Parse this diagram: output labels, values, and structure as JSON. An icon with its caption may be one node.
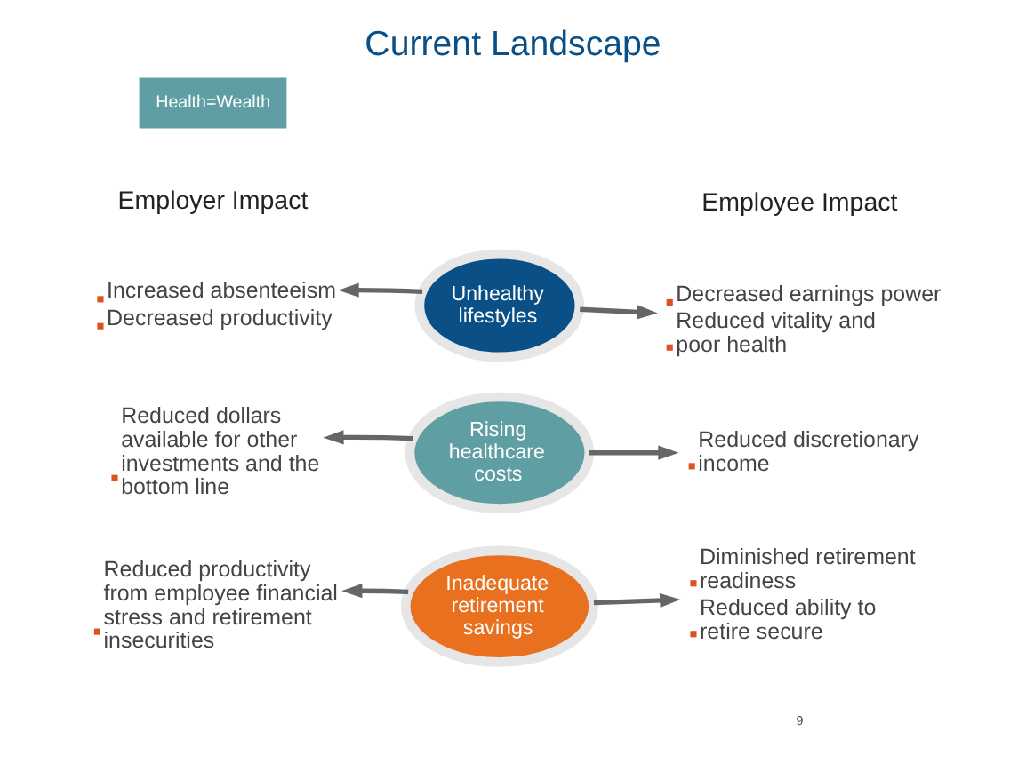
{
  "diagram": {
    "title": "Current Landscape",
    "nodes": [
      {
        "text": [
          "Increased absenteeism",
          "Decreased productivity"
        ]
      },
      {
        "text": [
          "Unhealthy lifestyles"
        ]
      },
      {
        "text": [
          "Decreased earnings power",
          "Reduced vitality and poor health"
        ]
      },
      {
        "text": [
          "Reduced dollars available for other investments and the bottom line"
        ]
      },
      {
        "text": [
          "Rising healthcare costs"
        ]
      },
      {
        "text": [
          "Reduced discretionary income"
        ]
      },
      {
        "text": [
          "Reduced productivity from employee financial stress and retirement insecurities"
        ]
      },
      {
        "text": [
          "Inadequate retirement savings"
        ]
      },
      {
        "text": [
          "Diminished retirement readiness",
          "Reduced ability to retire secure"
        ]
      }
    ],
    "edges": [
      {
        "from": 1,
        "to": 0,
        "arrow": "to"
      },
      {
        "from": 1,
        "to": 2,
        "arrow": "to"
      },
      {
        "from": 4,
        "to": 3,
        "arrow": "to"
      },
      {
        "from": 4,
        "to": 5,
        "arrow": "to"
      },
      {
        "from": 7,
        "to": 6,
        "arrow": "to"
      },
      {
        "from": 7,
        "to": 8,
        "arrow": "to"
      }
    ],
    "labels": [
      "Health=Wealth",
      "Employer Impact",
      "Employee Impact",
      "9"
    ]
  }
}
